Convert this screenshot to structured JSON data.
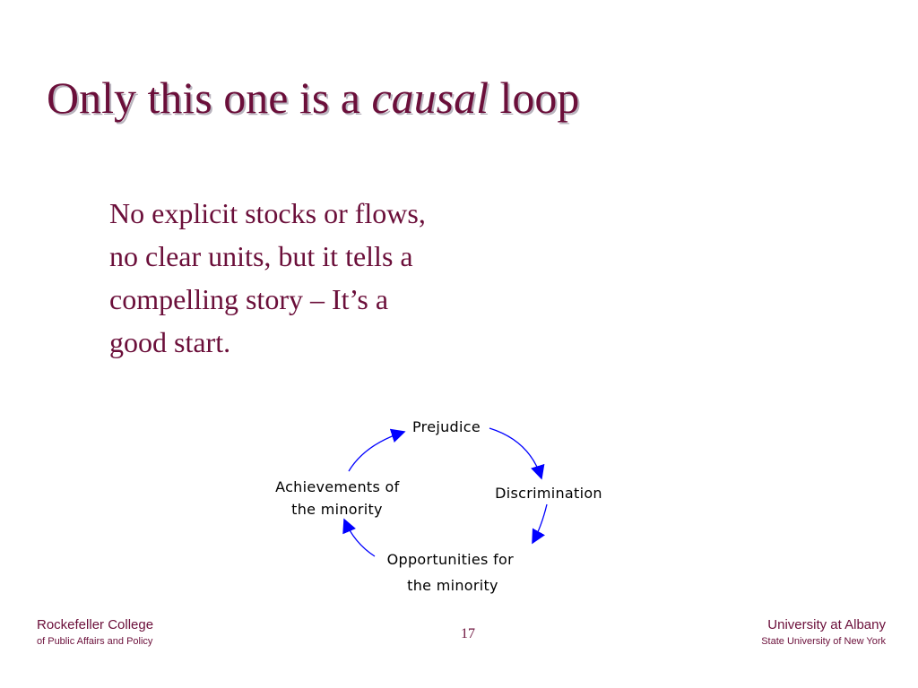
{
  "slide": {
    "title_prefix": "Only this one is a ",
    "title_emphasis": "causal",
    "title_suffix": " loop",
    "body_lines": [
      "No explicit stocks or flows,",
      "no clear units, but it tells a",
      "compelling story – It’s a",
      "good start."
    ]
  },
  "diagram": {
    "nodes": {
      "prejudice": [
        "Prejudice"
      ],
      "discrimination": [
        "Discrimination"
      ],
      "opportunities": [
        "Opportunities for",
        "the minority"
      ],
      "achievements": [
        "Achievements of",
        "the minority"
      ]
    },
    "arrow_color": "#0000ff"
  },
  "footer": {
    "left_title": "Rockefeller College",
    "left_subtitle": "of Public Affairs and Policy",
    "page_number": "17",
    "right_title": "University at Albany",
    "right_subtitle": "State University of New York"
  },
  "colors": {
    "accent": "#6b0f3a",
    "title_shadow": "#b9b4be"
  }
}
